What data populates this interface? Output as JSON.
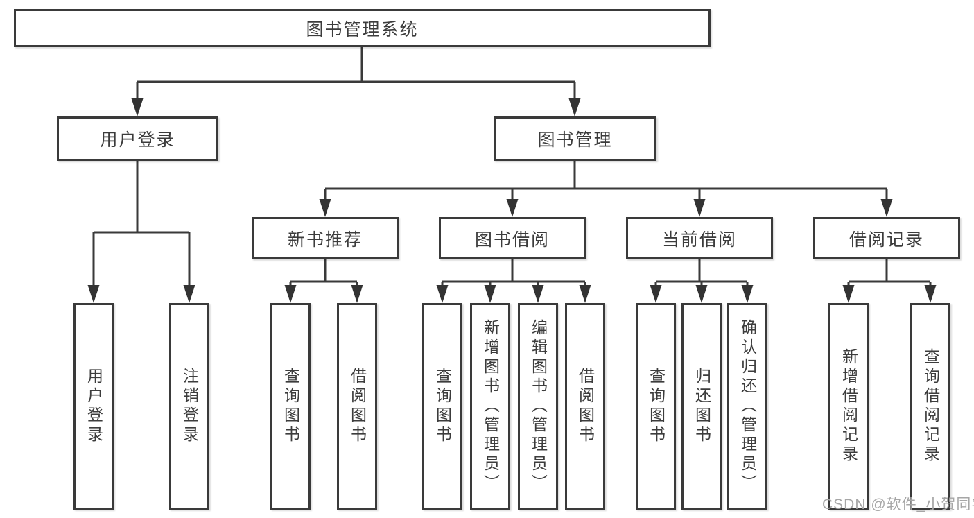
{
  "diagram": {
    "root": {
      "label": "图书管理系统"
    },
    "branches": [
      {
        "label": "用户登录",
        "children": [
          {
            "label": "用户登录"
          },
          {
            "label": "注销登录"
          }
        ]
      },
      {
        "label": "图书管理",
        "children": [
          {
            "label": "新书推荐",
            "children": [
              {
                "label": "查询图书"
              },
              {
                "label": "借阅图书"
              }
            ]
          },
          {
            "label": "图书借阅",
            "children": [
              {
                "label": "查询图书"
              },
              {
                "label": "新增图书（管理员）"
              },
              {
                "label": "编辑图书（管理员）"
              },
              {
                "label": "借阅图书"
              }
            ]
          },
          {
            "label": "当前借阅",
            "children": [
              {
                "label": "查询图书"
              },
              {
                "label": "归还图书"
              },
              {
                "label": "确认归还（管理员）"
              }
            ]
          },
          {
            "label": "借阅记录",
            "children": [
              {
                "label": "新增借阅记录"
              },
              {
                "label": "查询借阅记录"
              }
            ]
          }
        ]
      }
    ]
  },
  "watermark": {
    "text": "CSDN @软件_小贺同学",
    "color": "#a6a6a6"
  },
  "colors": {
    "line": "#3a3a3a",
    "box_border": "#3a3a3a",
    "text": "#3c3c3c",
    "background": "#ffffff"
  }
}
